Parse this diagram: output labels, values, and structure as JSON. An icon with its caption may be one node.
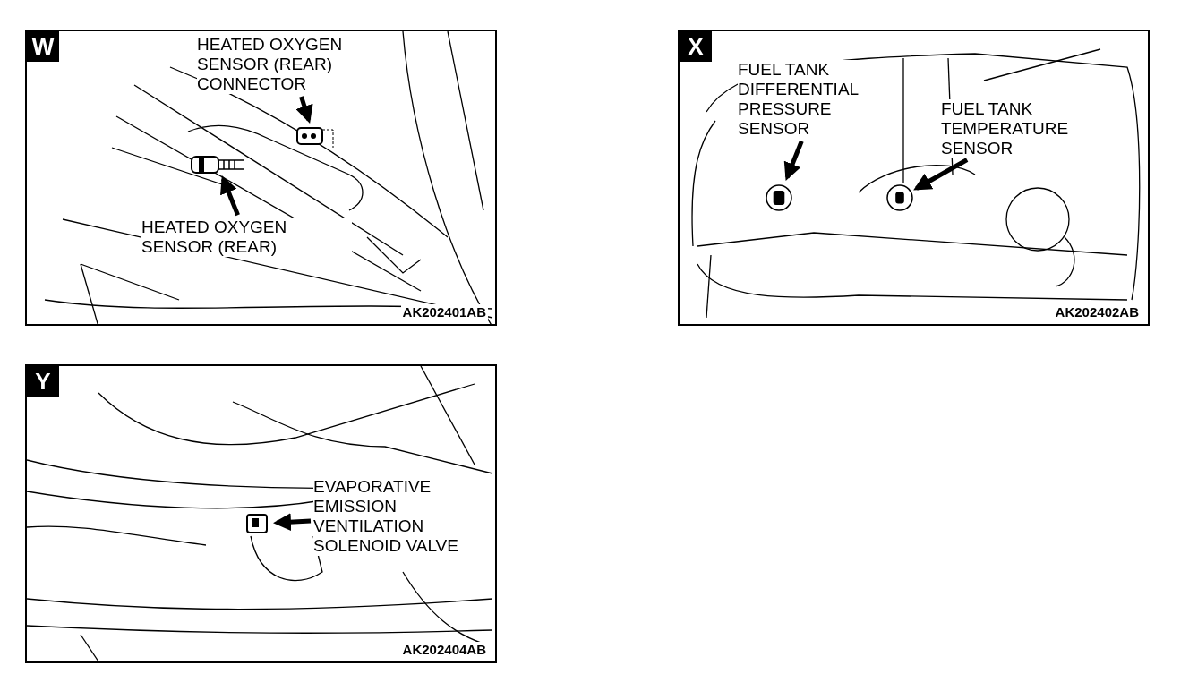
{
  "diagram": {
    "nodes": [
      {
        "text": [
          "W",
          "AK202401AB"
        ]
      },
      {
        "text": [
          "HEATED OXYGEN SENSOR (REAR) CONNECTOR"
        ],
        "in": 0
      },
      {
        "text": [],
        "shape": "picture",
        "in": 0
      },
      {
        "text": [
          "HEATED OXYGEN SENSOR (REAR)"
        ],
        "in": 0
      },
      {
        "text": [],
        "shape": "picture",
        "in": 0
      },
      {
        "text": [
          "X",
          "AK202402AB"
        ]
      },
      {
        "text": [
          "FUEL TANK DIFFERENTIAL PRESSURE SENSOR"
        ],
        "in": 5
      },
      {
        "text": [],
        "shape": "picture",
        "in": 5
      },
      {
        "text": [
          "FUEL TANK TEMPERATURE SENSOR"
        ],
        "in": 5
      },
      {
        "text": [],
        "shape": "picture",
        "in": 5
      },
      {
        "text": [
          "Y",
          "AK202404AB"
        ]
      },
      {
        "text": [
          "EVAPORATIVE EMISSION VENTILATION SOLENOID VALVE"
        ],
        "in": 10
      },
      {
        "text": [],
        "shape": "picture",
        "in": 10
      }
    ],
    "edges": [
      {
        "from": 1,
        "to": 2,
        "arrow": "to"
      },
      {
        "from": 3,
        "to": 4,
        "arrow": "to"
      },
      {
        "from": 6,
        "to": 7,
        "arrow": "to"
      },
      {
        "from": 8,
        "to": 9,
        "arrow": "to"
      },
      {
        "from": 11,
        "to": 12,
        "arrow": "to"
      }
    ]
  }
}
